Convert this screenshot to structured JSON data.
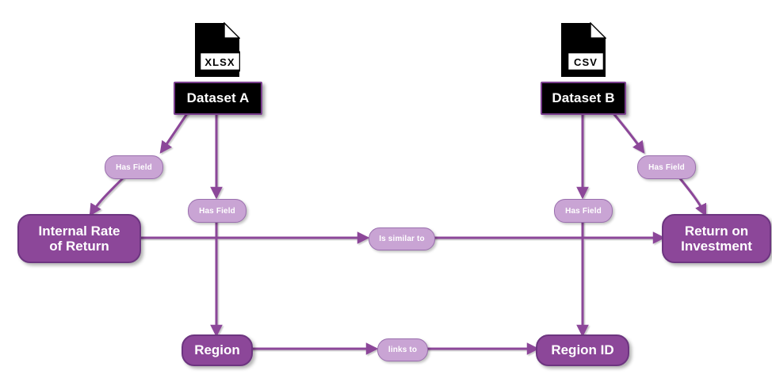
{
  "diagram": {
    "type": "entity-relationship-graph",
    "background_color": "#ffffff",
    "palette": {
      "dataset_fill": "#000000",
      "dataset_border": "#7b3f8f",
      "field_fill": "#8c4799",
      "field_border": "#6d3580",
      "label_fill": "#c9a4d4",
      "label_border": "#9a6fae",
      "edge_color": "#8c4799",
      "text_light": "#ffffff"
    },
    "file_icons": [
      {
        "id": "icon-xlsx",
        "label": "XLSX",
        "for_node": "dataset-a"
      },
      {
        "id": "icon-csv",
        "label": "CSV",
        "for_node": "dataset-b"
      }
    ],
    "nodes": [
      {
        "id": "dataset-a",
        "label": "Dataset A",
        "kind": "dataset"
      },
      {
        "id": "dataset-b",
        "label": "Dataset B",
        "kind": "dataset"
      },
      {
        "id": "internal-rate-of-return",
        "label": "Internal Rate\nof Return",
        "line1": "Internal Rate",
        "line2": "of Return",
        "kind": "field"
      },
      {
        "id": "return-on-investment",
        "label": "Return on\nInvestment",
        "line1": "Return on",
        "line2": "Investment",
        "kind": "field"
      },
      {
        "id": "region",
        "label": "Region",
        "kind": "field"
      },
      {
        "id": "region-id",
        "label": "Region ID",
        "kind": "field"
      }
    ],
    "edges": [
      {
        "id": "edge-a-irr",
        "from": "dataset-a",
        "to": "internal-rate-of-return",
        "label": "Has Field"
      },
      {
        "id": "edge-a-region",
        "from": "dataset-a",
        "to": "region",
        "label": "Has Field"
      },
      {
        "id": "edge-b-roi",
        "from": "dataset-b",
        "to": "return-on-investment",
        "label": "Has Field"
      },
      {
        "id": "edge-b-regionid",
        "from": "dataset-b",
        "to": "region-id",
        "label": "Has Field"
      },
      {
        "id": "edge-irr-roi",
        "from": "internal-rate-of-return",
        "to": "return-on-investment",
        "label": "Is similar to"
      },
      {
        "id": "edge-region-regionid",
        "from": "region",
        "to": "region-id",
        "label": "links to"
      }
    ],
    "labels": {
      "has_field_1": "Has Field",
      "has_field_2": "Has Field",
      "has_field_3": "Has Field",
      "has_field_4": "Has Field",
      "is_similar_to": "Is similar to",
      "links_to": "links to"
    }
  }
}
